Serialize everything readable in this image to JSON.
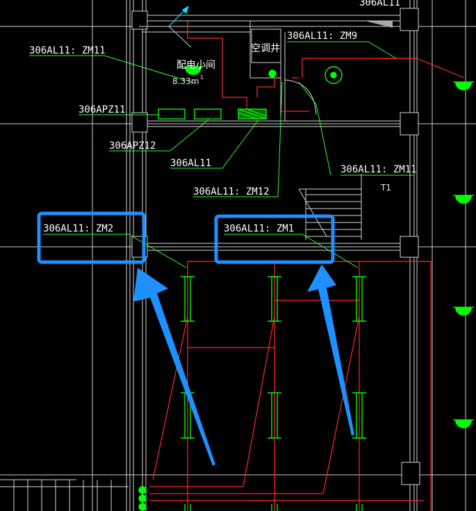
{
  "labels": {
    "top_partial": "306AL11",
    "zm9": "306AL11: ZM9",
    "zm11_left": "306AL11: ZM11",
    "apz11": "306APZ11",
    "apz12": "306APZ12",
    "al11": "306AL11",
    "zm11_right": "306AL11: ZM11",
    "zm12": "306AL11: ZM12",
    "zm2": "306AL11: ZM2",
    "zm1": "306AL11: ZM1"
  },
  "rooms": {
    "ac_shaft": "空调井",
    "distribution_room": "配电小间",
    "elevation": "8.33m",
    "small_mark": "1",
    "right_mark": "T1"
  },
  "highlights": {
    "color": "#1e90ff",
    "boxes": [
      "zm2",
      "zm1"
    ]
  },
  "colors": {
    "wire_red": "#ff2a2a",
    "leader_green": "#33ff33",
    "fixture_green": "#00ff00",
    "wall_white": "#d8d8d8",
    "highlight_blue": "#1e90ff"
  }
}
